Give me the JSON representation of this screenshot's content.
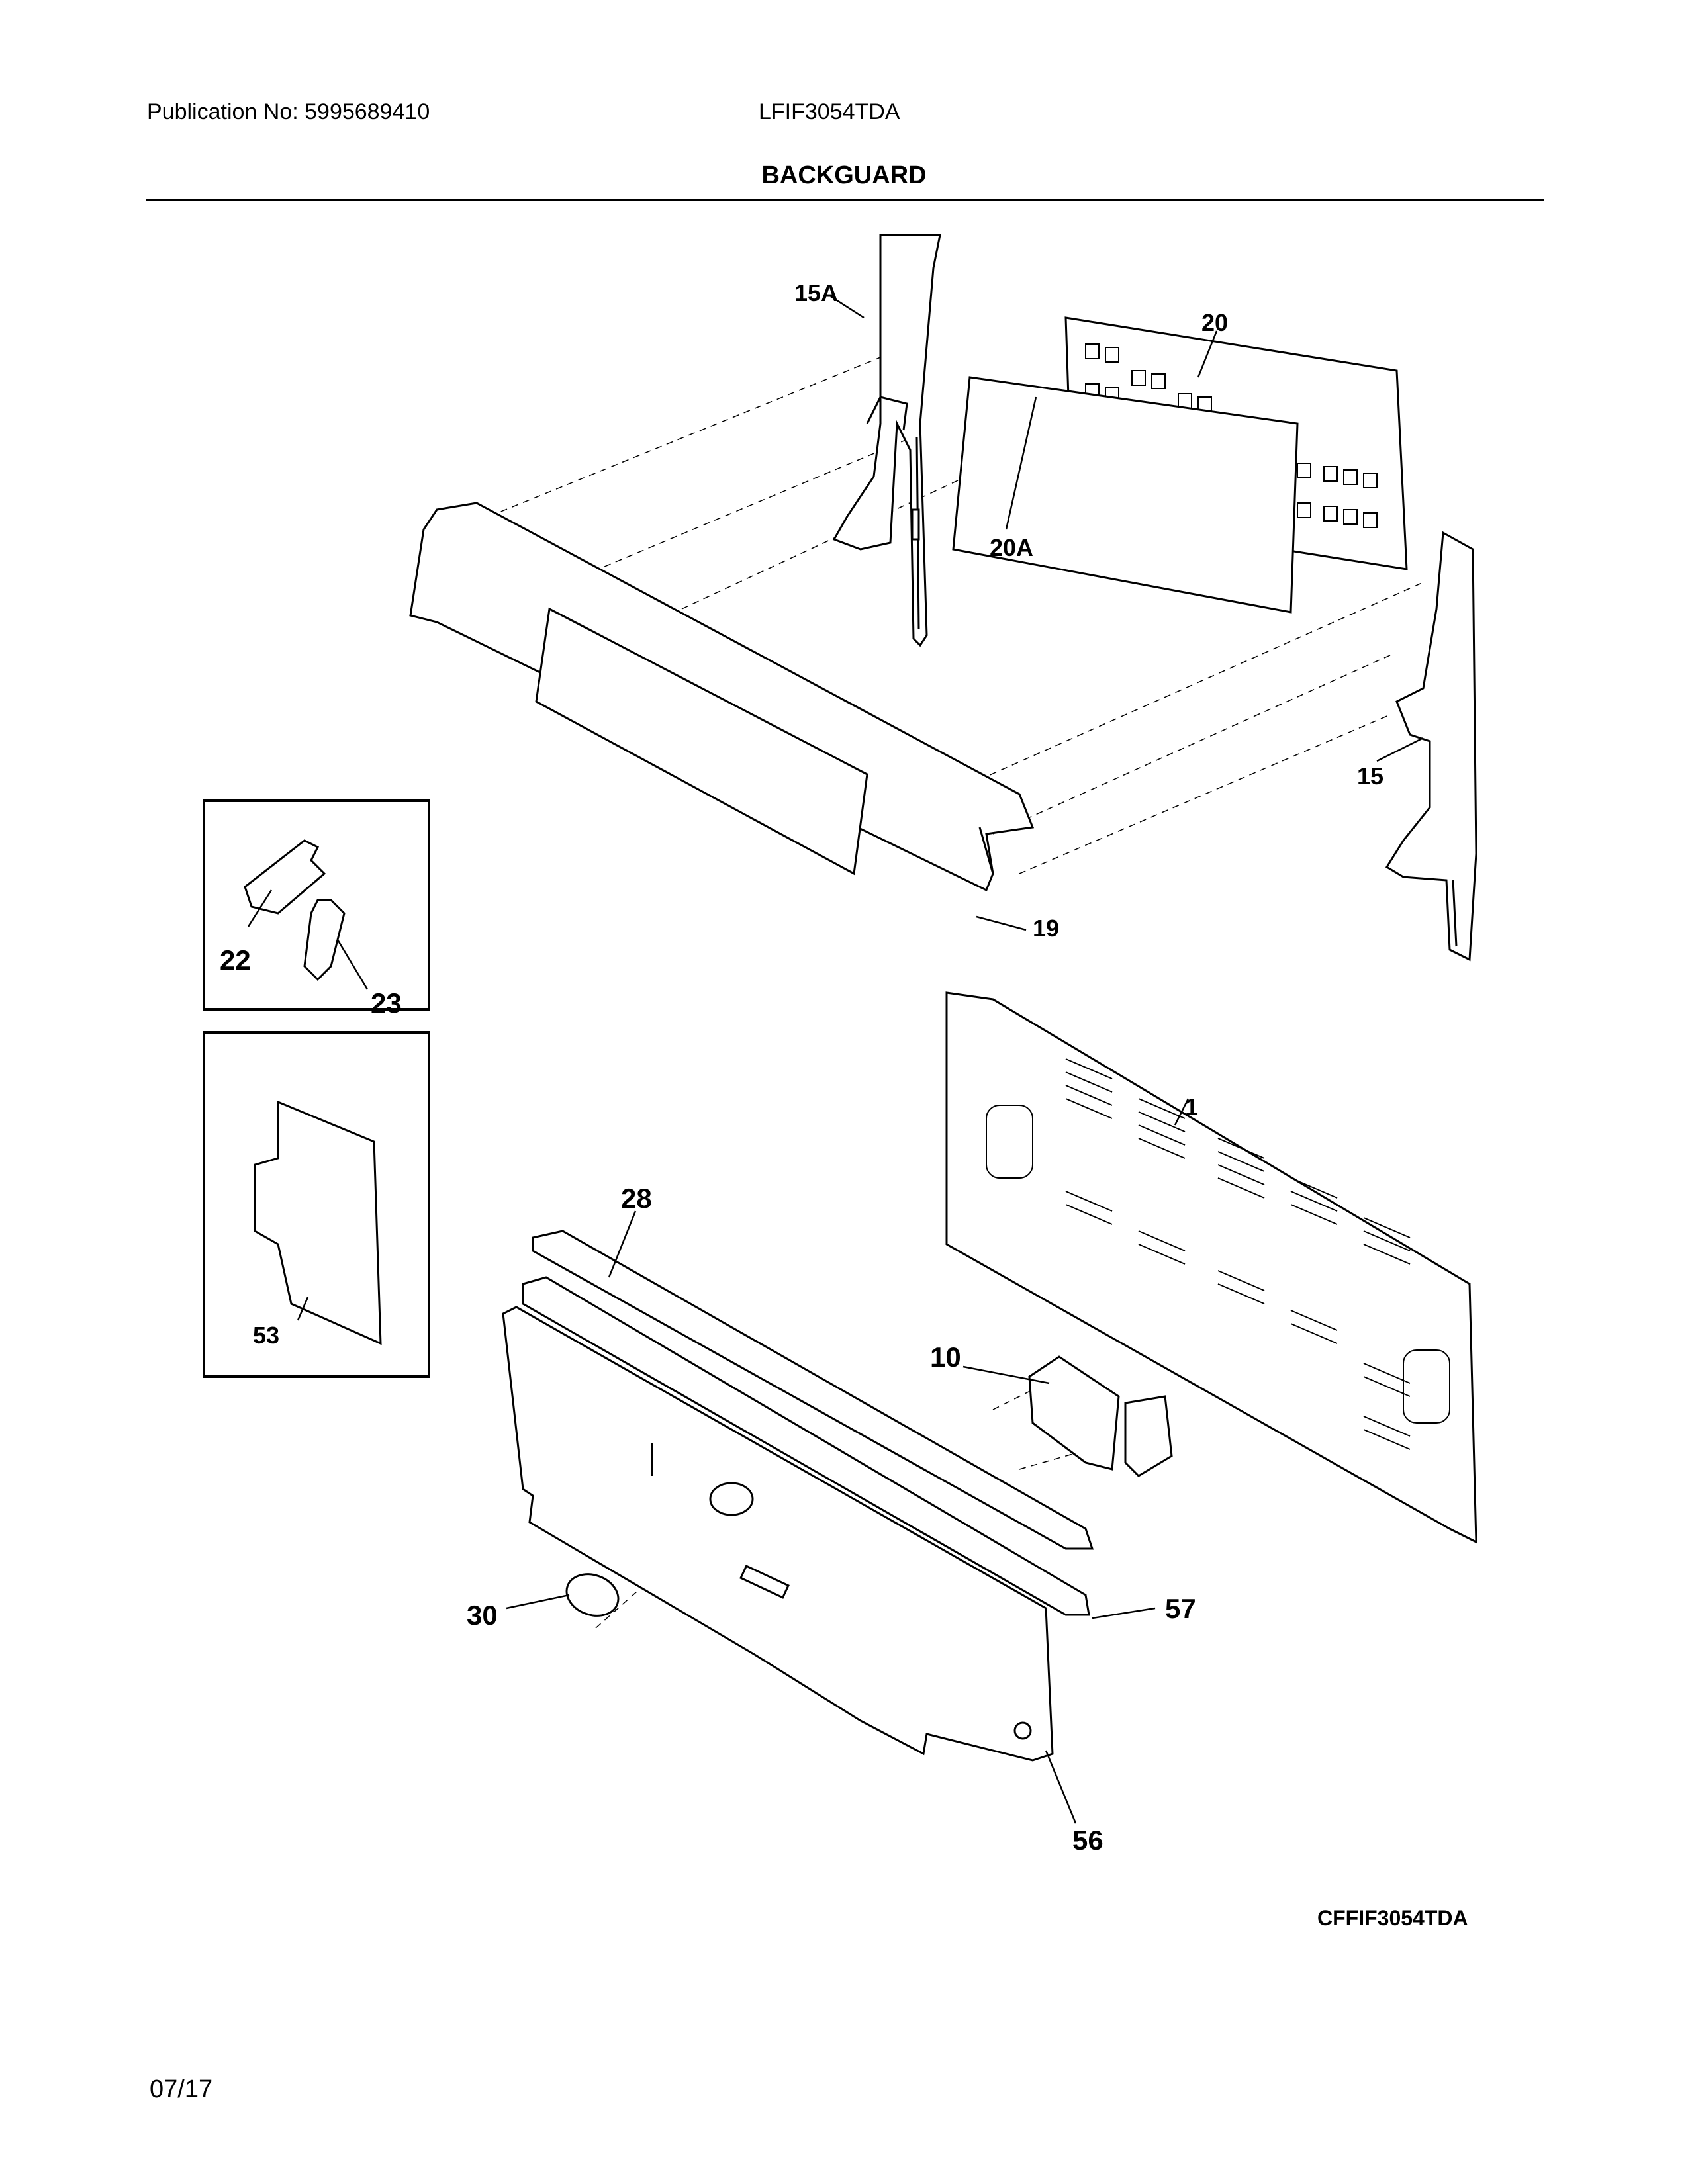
{
  "header": {
    "publication": "Publication No: 5995689410",
    "model": "LFIF3054TDA",
    "title": "BACKGUARD"
  },
  "parts": {
    "p15A": "15A",
    "p20": "20",
    "p20A": "20A",
    "p15": "15",
    "p19": "19",
    "p22": "22",
    "p23": "23",
    "p1": "1",
    "p53": "53",
    "p28": "28",
    "p10": "10",
    "p30": "30",
    "p57": "57",
    "p56": "56"
  },
  "footer": {
    "code": "CFFIF3054TDA",
    "date": "07/17"
  }
}
